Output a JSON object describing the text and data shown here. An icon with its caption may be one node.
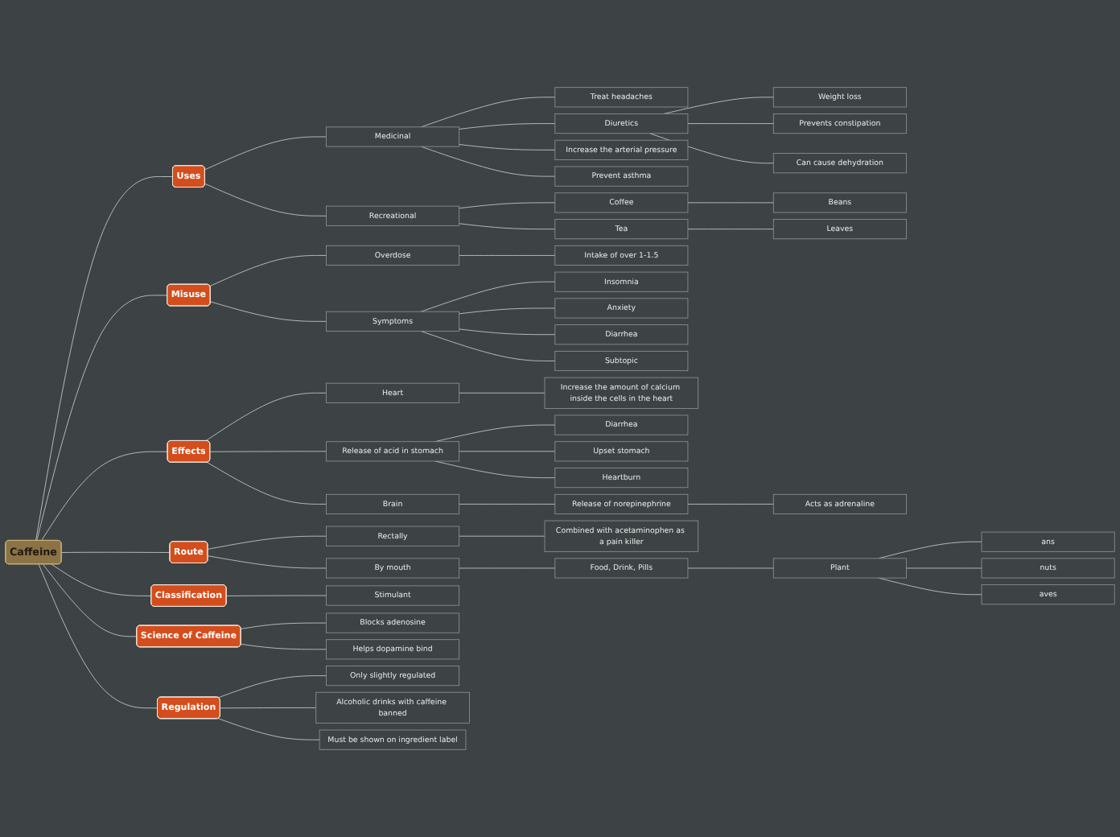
{
  "diagram": {
    "nodes": [
      {
        "text": [
          "Caffeine"
        ]
      },
      {
        "text": [
          "Uses"
        ]
      },
      {
        "text": [
          "Medicinal"
        ]
      },
      {
        "text": [
          "Treat headaches"
        ]
      },
      {
        "text": [
          "Diuretics"
        ]
      },
      {
        "text": [
          "Weight loss"
        ]
      },
      {
        "text": [
          "Prevents constipation"
        ]
      },
      {
        "text": [
          "Can cause dehydration"
        ]
      },
      {
        "text": [
          "Increase the arterial pressure"
        ]
      },
      {
        "text": [
          "Prevent asthma"
        ]
      },
      {
        "text": [
          "Recreational"
        ]
      },
      {
        "text": [
          "Coffee"
        ]
      },
      {
        "text": [
          "Beans"
        ]
      },
      {
        "text": [
          "Tea"
        ]
      },
      {
        "text": [
          "Leaves"
        ]
      },
      {
        "text": [
          "Misuse"
        ]
      },
      {
        "text": [
          "Overdose"
        ]
      },
      {
        "text": [
          "Intake of over 1-1.5"
        ]
      },
      {
        "text": [
          "Symptoms"
        ]
      },
      {
        "text": [
          "Insomnia"
        ]
      },
      {
        "text": [
          "Anxiety"
        ]
      },
      {
        "text": [
          "Diarrhea"
        ]
      },
      {
        "text": [
          "Subtopic"
        ]
      },
      {
        "text": [
          "Effects"
        ]
      },
      {
        "text": [
          "Heart"
        ]
      },
      {
        "text": [
          "Increase the amount of calcium inside the cells in the heart"
        ]
      },
      {
        "text": [
          "Release of acid in stomach"
        ]
      },
      {
        "text": [
          "Diarrhea"
        ]
      },
      {
        "text": [
          "Upset stomach"
        ]
      },
      {
        "text": [
          "Heartburn"
        ]
      },
      {
        "text": [
          "Brain"
        ]
      },
      {
        "text": [
          "Release of norepinephrine"
        ]
      },
      {
        "text": [
          "Acts as adrenaline"
        ]
      },
      {
        "text": [
          "Route"
        ]
      },
      {
        "text": [
          "Rectally"
        ]
      },
      {
        "text": [
          "Combined with acetaminophen as a pain killer"
        ]
      },
      {
        "text": [
          "By mouth"
        ]
      },
      {
        "text": [
          "Food, Drink, Pills"
        ]
      },
      {
        "text": [
          "Plant"
        ]
      },
      {
        "text": [
          "ans"
        ]
      },
      {
        "text": [
          "nuts"
        ]
      },
      {
        "text": [
          "aves"
        ]
      },
      {
        "text": [
          "Classification"
        ]
      },
      {
        "text": [
          "Stimulant"
        ]
      },
      {
        "text": [
          "Science of Caffeine"
        ]
      },
      {
        "text": [
          "Blocks adenosine"
        ]
      },
      {
        "text": [
          "Helps dopamine bind"
        ]
      },
      {
        "text": [
          "Regulation"
        ]
      },
      {
        "text": [
          "Only slightly regulated"
        ]
      },
      {
        "text": [
          "Alcoholic drinks with caffeine banned"
        ]
      },
      {
        "text": [
          "Must be shown on ingredient label"
        ]
      }
    ],
    "edges": [
      {
        "from": 0,
        "to": 1,
        "arrow": "none"
      },
      {
        "from": 1,
        "to": 2,
        "arrow": "none"
      },
      {
        "from": 2,
        "to": 3,
        "arrow": "none"
      },
      {
        "from": 2,
        "to": 4,
        "arrow": "none"
      },
      {
        "from": 4,
        "to": 5,
        "arrow": "none"
      },
      {
        "from": 4,
        "to": 6,
        "arrow": "none"
      },
      {
        "from": 4,
        "to": 7,
        "arrow": "none"
      },
      {
        "from": 2,
        "to": 8,
        "arrow": "none"
      },
      {
        "from": 2,
        "to": 9,
        "arrow": "none"
      },
      {
        "from": 1,
        "to": 10,
        "arrow": "none"
      },
      {
        "from": 10,
        "to": 11,
        "arrow": "none"
      },
      {
        "from": 11,
        "to": 12,
        "arrow": "none"
      },
      {
        "from": 10,
        "to": 13,
        "arrow": "none"
      },
      {
        "from": 13,
        "to": 14,
        "arrow": "none"
      },
      {
        "from": 0,
        "to": 15,
        "arrow": "none"
      },
      {
        "from": 15,
        "to": 16,
        "arrow": "none"
      },
      {
        "from": 16,
        "to": 17,
        "arrow": "none"
      },
      {
        "from": 15,
        "to": 18,
        "arrow": "none"
      },
      {
        "from": 18,
        "to": 19,
        "arrow": "none"
      },
      {
        "from": 18,
        "to": 20,
        "arrow": "none"
      },
      {
        "from": 18,
        "to": 21,
        "arrow": "none"
      },
      {
        "from": 18,
        "to": 22,
        "arrow": "none"
      },
      {
        "from": 0,
        "to": 23,
        "arrow": "none"
      },
      {
        "from": 23,
        "to": 24,
        "arrow": "none"
      },
      {
        "from": 24,
        "to": 25,
        "arrow": "none"
      },
      {
        "from": 23,
        "to": 26,
        "arrow": "none"
      },
      {
        "from": 26,
        "to": 27,
        "arrow": "none"
      },
      {
        "from": 26,
        "to": 28,
        "arrow": "none"
      },
      {
        "from": 26,
        "to": 29,
        "arrow": "none"
      },
      {
        "from": 23,
        "to": 30,
        "arrow": "none"
      },
      {
        "from": 30,
        "to": 31,
        "arrow": "none"
      },
      {
        "from": 31,
        "to": 32,
        "arrow": "none"
      },
      {
        "from": 0,
        "to": 33,
        "arrow": "none"
      },
      {
        "from": 33,
        "to": 34,
        "arrow": "none"
      },
      {
        "from": 34,
        "to": 35,
        "arrow": "none"
      },
      {
        "from": 33,
        "to": 36,
        "arrow": "none"
      },
      {
        "from": 36,
        "to": 37,
        "arrow": "none"
      },
      {
        "from": 37,
        "to": 38,
        "arrow": "none"
      },
      {
        "from": 38,
        "to": 39,
        "arrow": "none"
      },
      {
        "from": 38,
        "to": 40,
        "arrow": "none"
      },
      {
        "from": 38,
        "to": 41,
        "arrow": "none"
      },
      {
        "from": 0,
        "to": 42,
        "arrow": "none"
      },
      {
        "from": 42,
        "to": 43,
        "arrow": "none"
      },
      {
        "from": 0,
        "to": 44,
        "arrow": "none"
      },
      {
        "from": 44,
        "to": 45,
        "arrow": "none"
      },
      {
        "from": 44,
        "to": 46,
        "arrow": "none"
      },
      {
        "from": 0,
        "to": 47,
        "arrow": "none"
      },
      {
        "from": 47,
        "to": 48,
        "arrow": "none"
      },
      {
        "from": 47,
        "to": 49,
        "arrow": "none"
      },
      {
        "from": 47,
        "to": 50,
        "arrow": "none"
      }
    ]
  }
}
